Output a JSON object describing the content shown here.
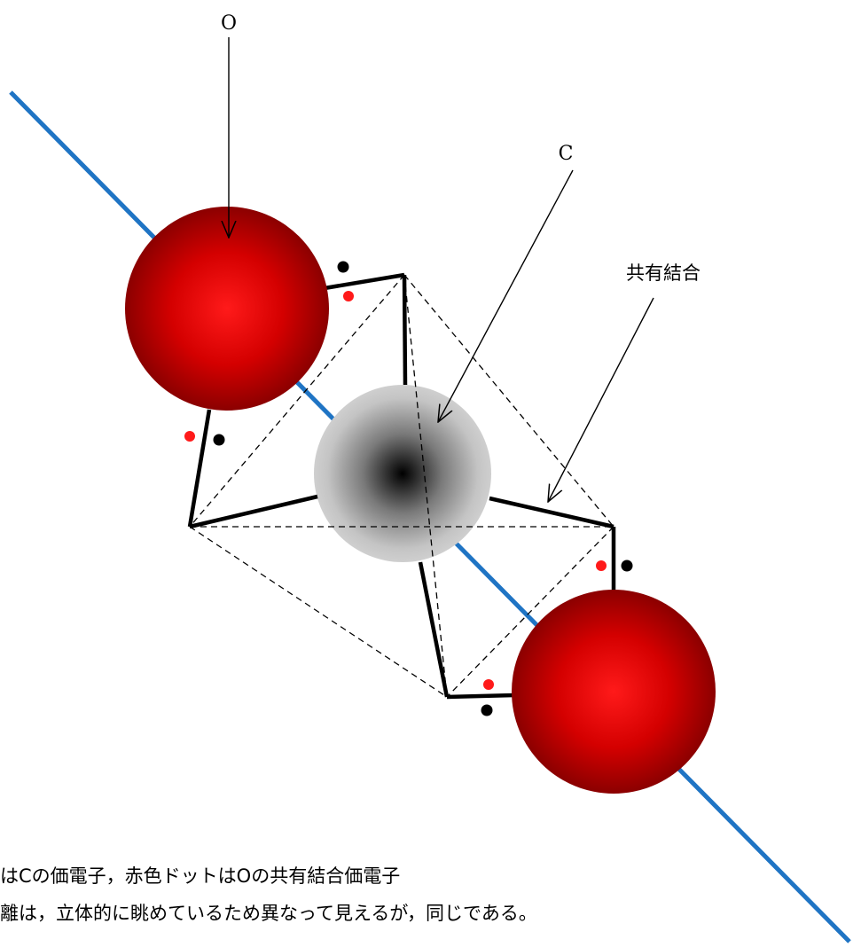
{
  "labels": {
    "oxygen": "O",
    "carbon": "C",
    "covalent_bond": "共有結合"
  },
  "caption": {
    "line1": "はCの価電子，赤色ドットはOの共有結合価電子",
    "line2": "離は，立体的に眺めているため異なって見えるが，同じである。"
  },
  "colors": {
    "axis": "#1f74c4",
    "oxygen_center": "#ff1a1a",
    "oxygen_edge": "#8b0000",
    "carbon_center": "#000000",
    "carbon_edge": "#cfcfcf",
    "electron_c": "#000000",
    "electron_o": "#ff1a1a"
  }
}
